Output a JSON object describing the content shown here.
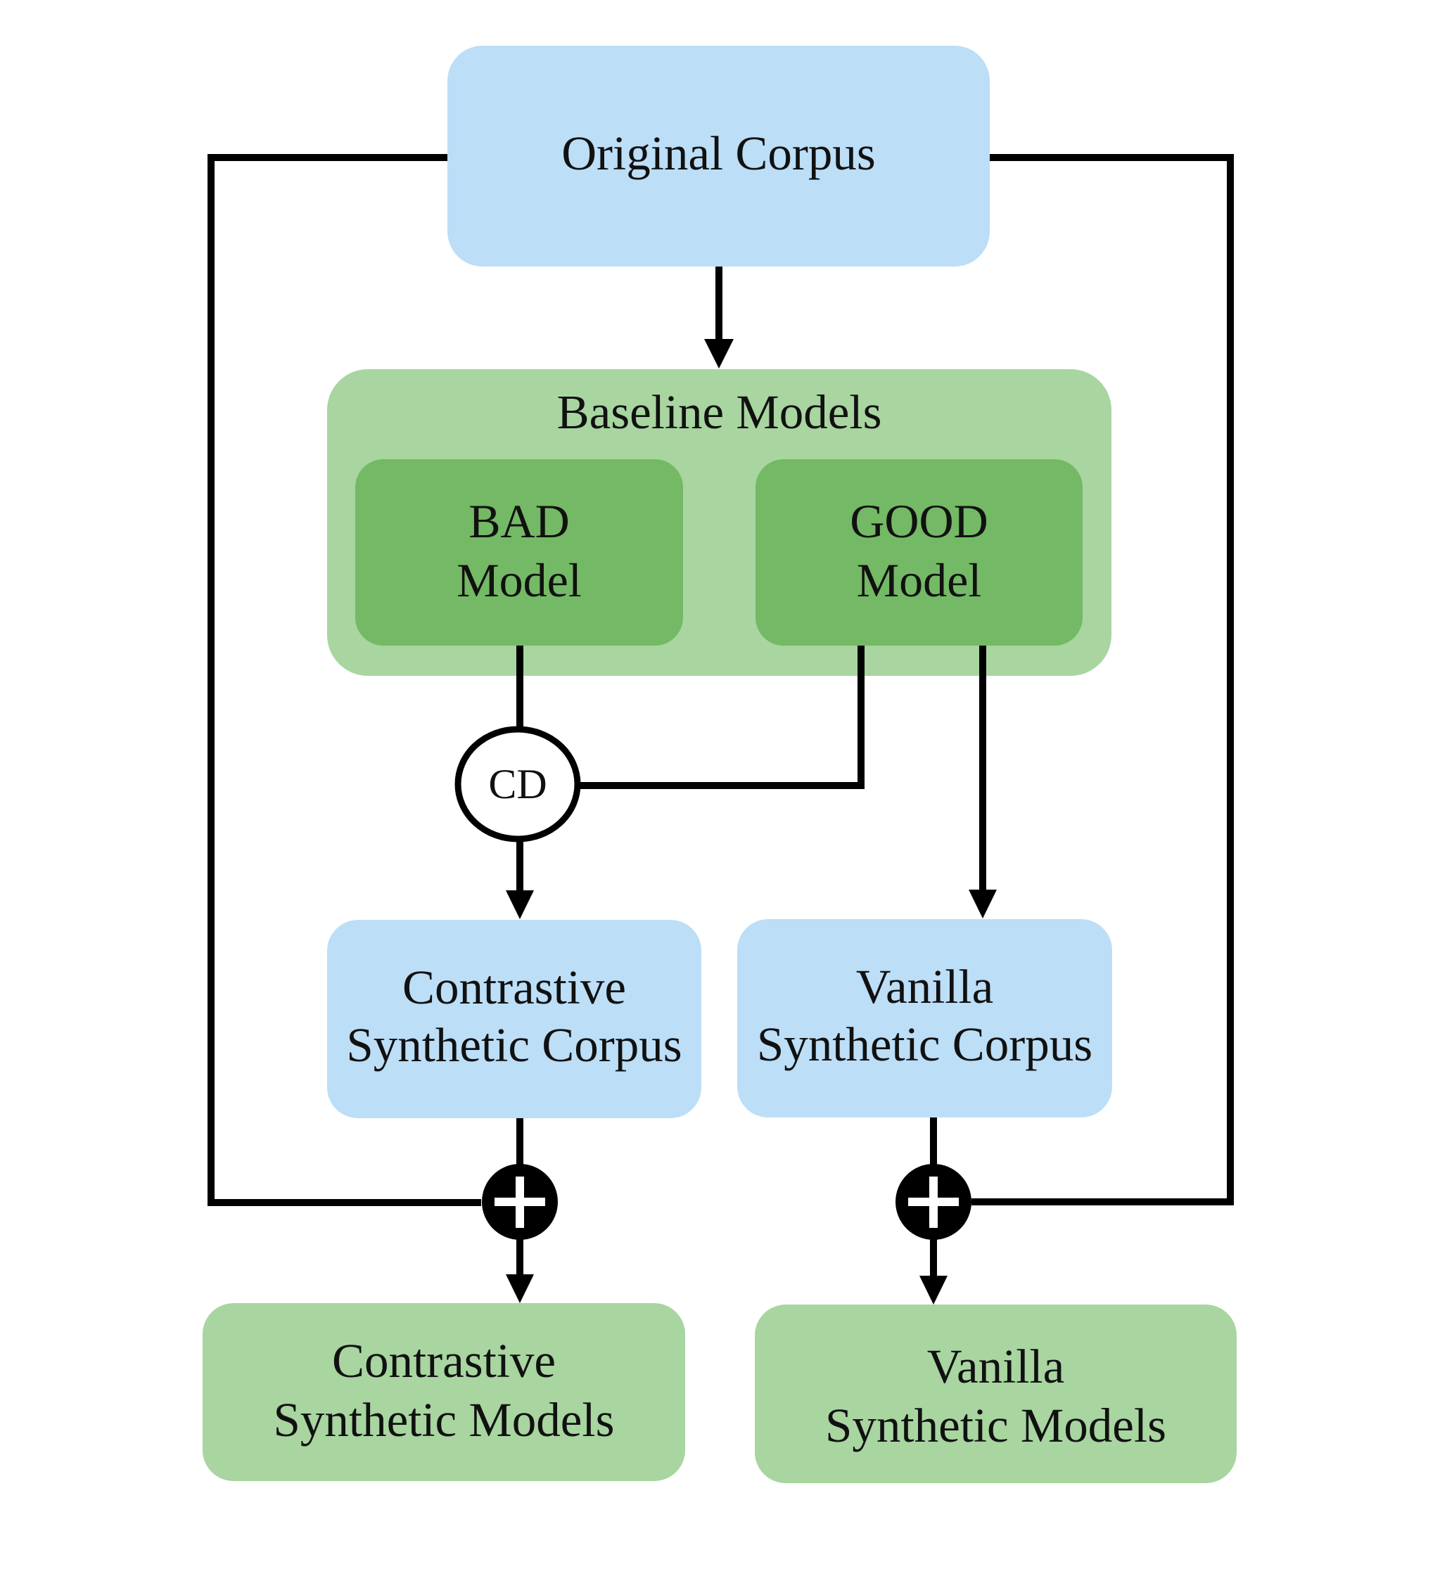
{
  "diagram": {
    "nodes": {
      "original_corpus": {
        "label": "Original Corpus",
        "color": "#bcdef7"
      },
      "baseline_models": {
        "label": "Baseline Models",
        "color": "#a8d5a0"
      },
      "bad_model": {
        "line1": "BAD",
        "line2": "Model",
        "color": "#74b965"
      },
      "good_model": {
        "line1": "GOOD",
        "line2": "Model",
        "color": "#74b965"
      },
      "cd_operator": {
        "label": "CD"
      },
      "contrastive_corpus": {
        "line1": "Contrastive",
        "line2": "Synthetic Corpus",
        "color": "#bcdef7"
      },
      "vanilla_corpus": {
        "line1": "Vanilla",
        "line2": "Synthetic Corpus",
        "color": "#bcdef7"
      },
      "contrastive_models": {
        "line1": "Contrastive",
        "line2": "Synthetic Models",
        "color": "#a8d5a0"
      },
      "vanilla_models": {
        "line1": "Vanilla",
        "line2": "Synthetic Models",
        "color": "#a8d5a0"
      }
    },
    "operators": [
      {
        "id": "plus-left",
        "icon": "plus-circle-icon",
        "symbol": "+"
      },
      {
        "id": "plus-right",
        "icon": "plus-circle-icon",
        "symbol": "+"
      }
    ],
    "edges": [
      {
        "from": "original_corpus",
        "to": "baseline_models",
        "arrow": true
      },
      {
        "from": "bad_model",
        "to": "cd_operator",
        "arrow": false
      },
      {
        "from": "good_model",
        "to": "cd_operator",
        "arrow": false
      },
      {
        "from": "cd_operator",
        "to": "contrastive_corpus",
        "arrow": true
      },
      {
        "from": "good_model",
        "to": "vanilla_corpus",
        "arrow": true
      },
      {
        "from": "contrastive_corpus",
        "to": "plus-left",
        "arrow": false
      },
      {
        "from": "original_corpus",
        "to": "plus-left",
        "arrow": false
      },
      {
        "from": "plus-left",
        "to": "contrastive_models",
        "arrow": true
      },
      {
        "from": "vanilla_corpus",
        "to": "plus-right",
        "arrow": false
      },
      {
        "from": "original_corpus",
        "to": "plus-right",
        "arrow": false
      },
      {
        "from": "plus-right",
        "to": "vanilla_models",
        "arrow": true
      }
    ],
    "line_color": "#000000"
  }
}
